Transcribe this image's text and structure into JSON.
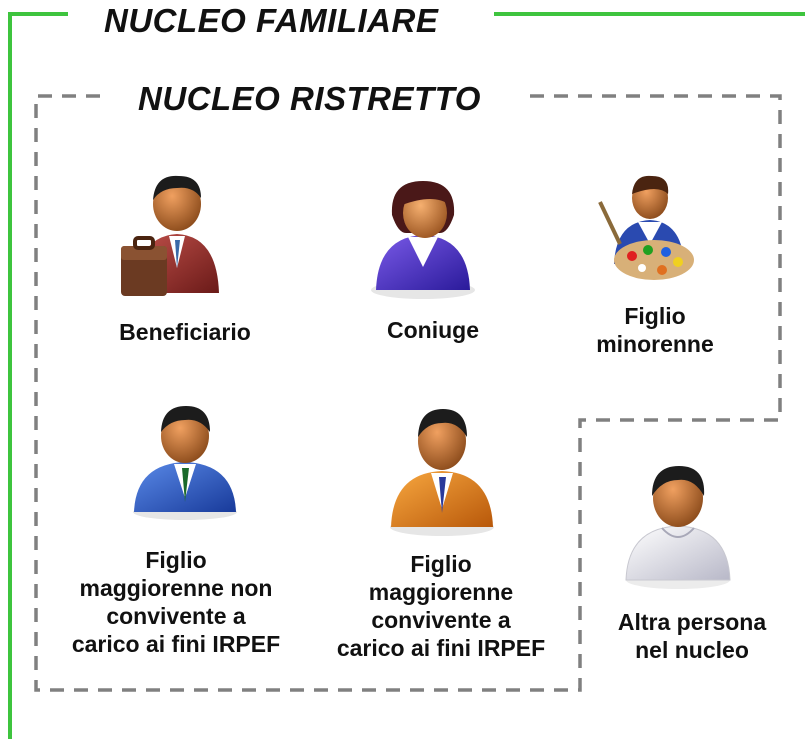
{
  "nucleo_familiare": {
    "title": "NUCLEO FAMILIARE",
    "frame_color": "#3ec43e"
  },
  "nucleo_ristretto": {
    "title": "NUCLEO RISTRETTO",
    "frame_color": "#808080"
  },
  "members": {
    "beneficiario": {
      "label": "Beneficiario",
      "icon": "businessman-with-briefcase-icon"
    },
    "coniuge": {
      "label": "Coniuge",
      "icon": "woman-purple-icon"
    },
    "figlio_minorenne": {
      "label": "Figlio\nminorenne",
      "icon": "child-with-paint-palette-icon"
    },
    "figlio_non_convivente": {
      "label": "Figlio\nmaggiorenne non\nconvivente a\ncarico ai fini IRPEF",
      "icon": "man-blue-suit-icon"
    },
    "figlio_convivente": {
      "label": "Figlio\nmaggiorenne\nconvivente a\ncarico ai fini IRPEF",
      "icon": "man-orange-suit-icon"
    },
    "altra_persona": {
      "label": "Altra persona\nnel nucleo",
      "icon": "person-white-shirt-icon"
    }
  }
}
